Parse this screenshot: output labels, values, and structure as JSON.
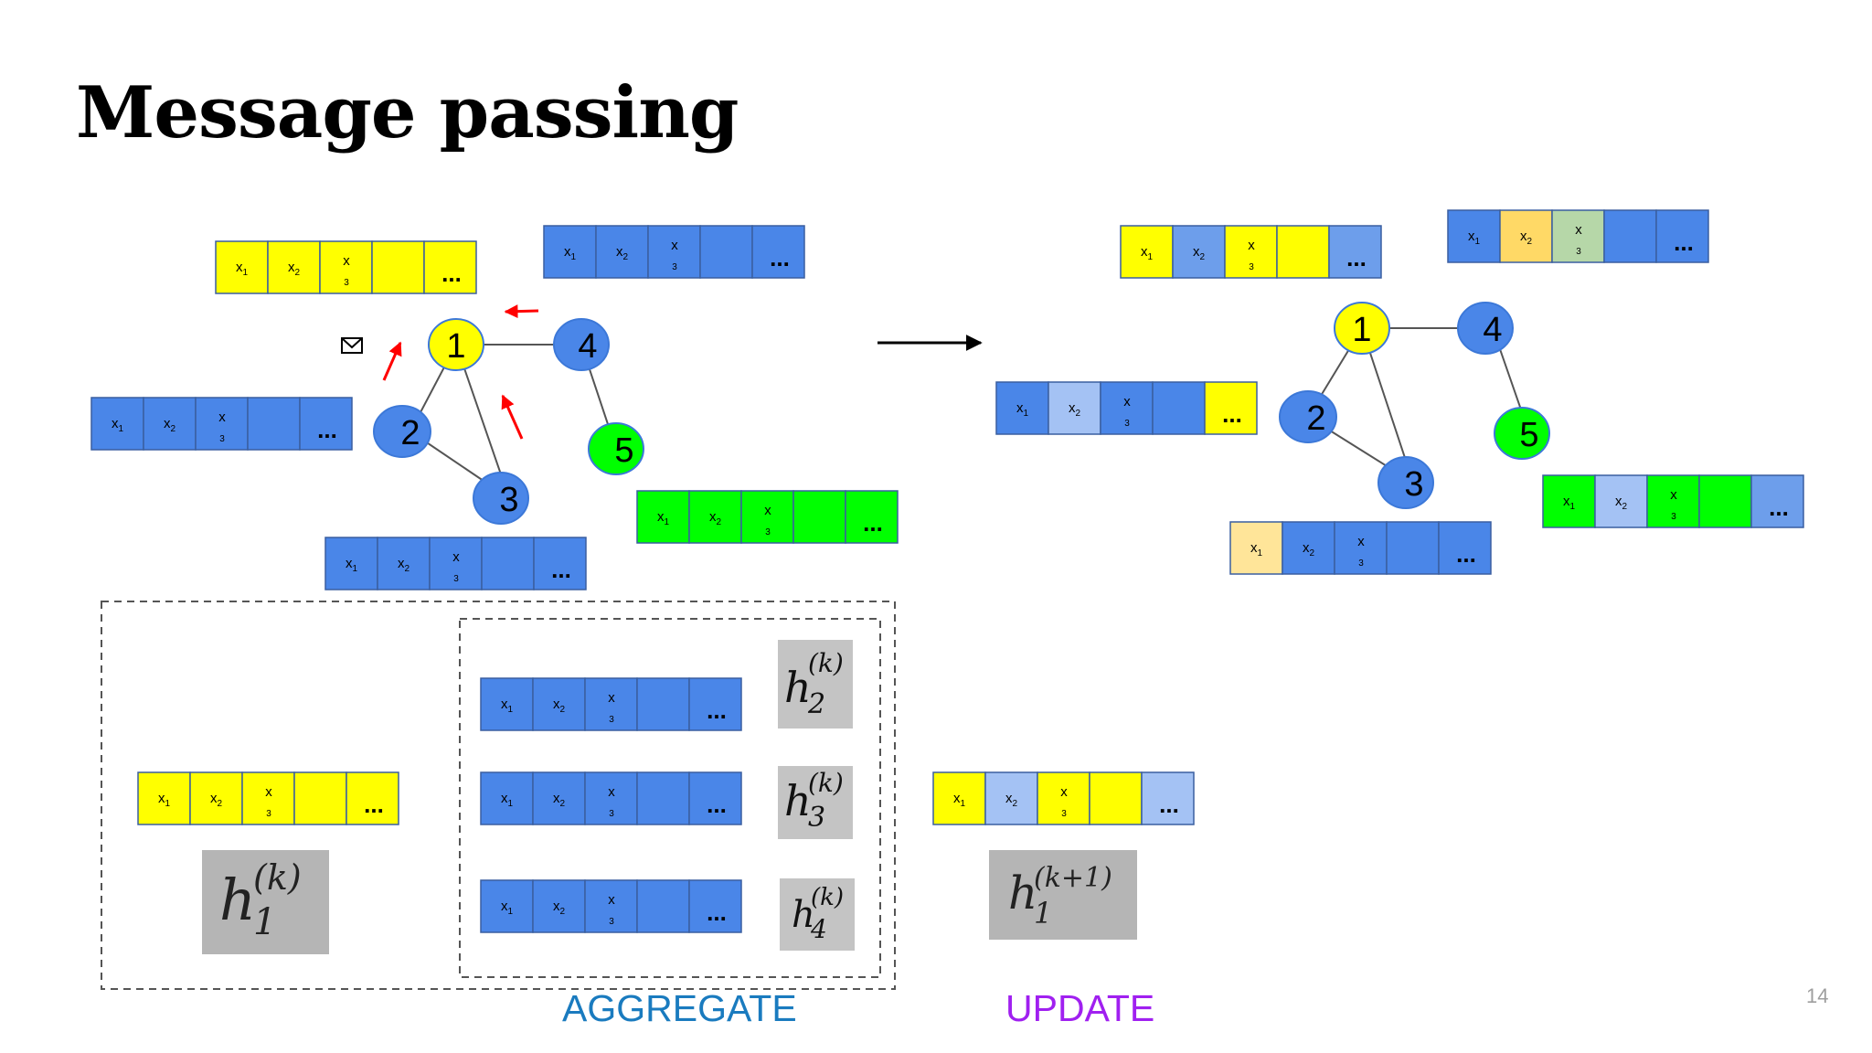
{
  "title": "Message passing",
  "page_number": "14",
  "labels": {
    "aggregate": "AGGREGATE",
    "update": "UPDATE"
  },
  "cell_labels": {
    "x1": "x",
    "x1_sub": "1",
    "x2": "x",
    "x2_sub": "2",
    "x3": "x",
    "x3_sub": "3",
    "more": "..."
  },
  "nodes": [
    "1",
    "2",
    "3",
    "4",
    "5"
  ],
  "math": {
    "h2k": "h",
    "h2k_sub": "2",
    "h2k_sup": "(k)",
    "h3k": "h",
    "h3k_sub": "3",
    "h3k_sup": "(k)",
    "h4k": "h",
    "h4k_sub": "4",
    "h4k_sup": "(k)",
    "h1k": "h",
    "h1k_sub": "1",
    "h1k_sup": "(k)",
    "h1k1": "h",
    "h1k1_sub": "1",
    "h1k1_sup": "(k+1)"
  },
  "colors": {
    "yellow": "#ffff00",
    "blue": "#4a86e8",
    "green": "#00ff00",
    "light_blue": "#a4c2f4",
    "mid_blue": "#6d9eeb",
    "peach": "#ffe599",
    "orange": "#ffd966",
    "sage": "#b6d7a8",
    "arrow_red": "#ff0000",
    "aggregate": "#1a7bbf",
    "update": "#a020f0"
  },
  "vectors": {
    "left_node1": [
      "yellow",
      "yellow",
      "yellow",
      "yellow",
      "yellow"
    ],
    "left_node4": [
      "blue",
      "blue",
      "blue",
      "blue",
      "blue"
    ],
    "left_node2": [
      "blue",
      "blue",
      "blue",
      "blue",
      "blue"
    ],
    "left_node3": [
      "blue",
      "blue",
      "blue",
      "blue",
      "blue"
    ],
    "left_node5": [
      "green",
      "green",
      "green",
      "green",
      "green"
    ],
    "right_node1": [
      "yellow",
      "mid_blue",
      "yellow",
      "yellow",
      "mid_blue"
    ],
    "right_node4": [
      "blue",
      "orange",
      "sage",
      "blue",
      "blue"
    ],
    "right_node2": [
      "blue",
      "light_blue",
      "blue",
      "blue",
      "yellow"
    ],
    "right_node3": [
      "peach",
      "blue",
      "blue",
      "blue",
      "blue"
    ],
    "right_node5": [
      "green",
      "light_blue",
      "green",
      "green",
      "mid_blue"
    ],
    "agg_h1": [
      "yellow",
      "yellow",
      "yellow",
      "yellow",
      "yellow"
    ],
    "agg_h2": [
      "blue",
      "blue",
      "blue",
      "blue",
      "blue"
    ],
    "agg_h3": [
      "blue",
      "blue",
      "blue",
      "blue",
      "blue"
    ],
    "agg_h4": [
      "blue",
      "blue",
      "blue",
      "blue",
      "blue"
    ],
    "update_h1": [
      "yellow",
      "light_blue",
      "yellow",
      "yellow",
      "light_blue"
    ]
  }
}
